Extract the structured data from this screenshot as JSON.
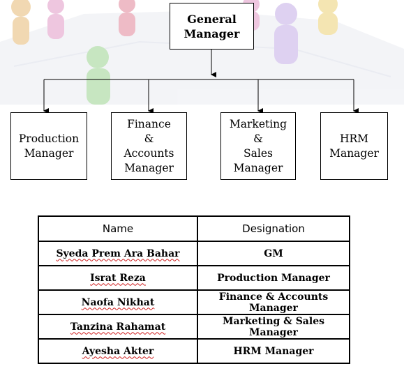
{
  "org_chart": {
    "root": "General\nManager",
    "departments": [
      "Production\nManager",
      "Finance\n&\nAccounts\nManager",
      "Marketing\n&\nSales\nManager",
      "HRM\nManager"
    ]
  },
  "staff_table": {
    "headers": [
      "Name",
      "Designation"
    ],
    "rows": [
      {
        "name": "Syeda Prem Ara Bahar",
        "designation": "GM"
      },
      {
        "name": "Israt Reza",
        "designation": "Production Manager"
      },
      {
        "name": "Naofa Nikhat",
        "designation": "Finance & Accounts Manager"
      },
      {
        "name": "Tanzina Rahamat",
        "designation": "Marketing & Sales Manager"
      },
      {
        "name": "Ayesha Akter",
        "designation": "HRM Manager"
      }
    ]
  }
}
